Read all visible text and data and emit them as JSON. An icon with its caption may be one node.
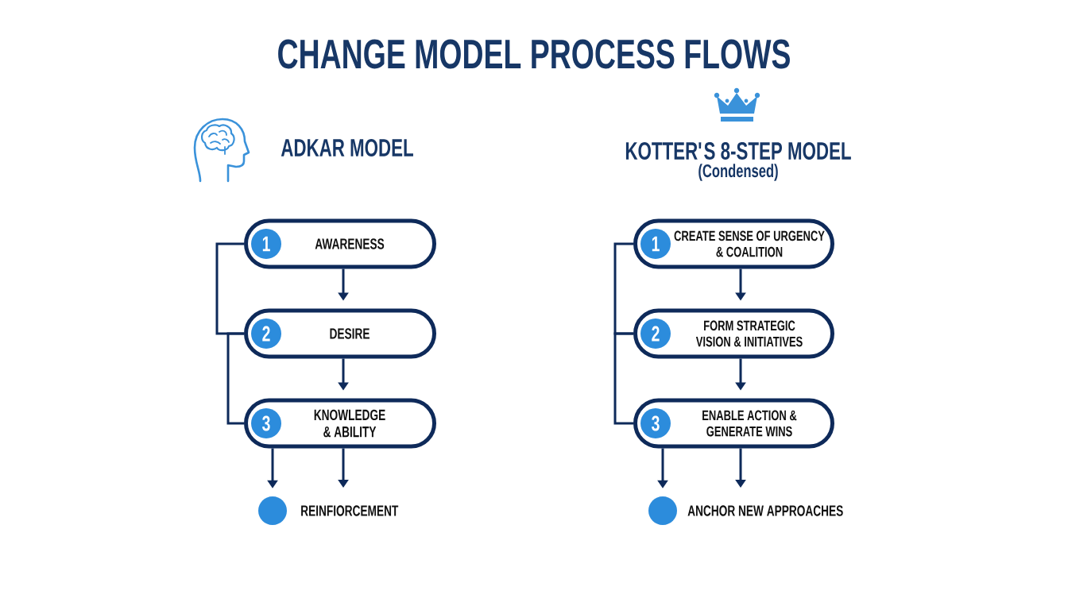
{
  "diagram": {
    "title": "CHANGE MODEL PROCESS FLOWS",
    "nodes": [
      {
        "text": [
          "AWARENESS"
        ]
      },
      {
        "text": [
          "1"
        ],
        "in": 0
      },
      {
        "text": [
          "DESIRE"
        ]
      },
      {
        "text": [
          "2"
        ],
        "in": 2
      },
      {
        "text": [
          "KNOWLEDGE & ABILITY"
        ]
      },
      {
        "text": [
          "3"
        ],
        "in": 4
      },
      {
        "text": [],
        "shape": "circle"
      },
      {
        "text": [
          "REINFIORCEMENT"
        ]
      },
      {
        "text": [
          "CREATE SENSE OF URGENCY & COALITION"
        ]
      },
      {
        "text": [
          "1"
        ],
        "in": 8
      },
      {
        "text": [
          "FORM STRATEGIC VISION & INITIATIVES"
        ]
      },
      {
        "text": [
          "2"
        ],
        "in": 10
      },
      {
        "text": [
          "ENABLE ACTION & GENERATE WINS"
        ]
      },
      {
        "text": [
          "3"
        ],
        "in": 12
      },
      {
        "text": [],
        "shape": "circle"
      },
      {
        "text": [
          "ANCHOR NEW APPROACHES"
        ]
      }
    ],
    "edges": [
      {
        "from": 0,
        "to": 2,
        "arrow": "to"
      },
      {
        "from": 2,
        "to": 4,
        "arrow": "to"
      },
      {
        "from": 4,
        "to": 6,
        "arrow": "to"
      },
      {
        "from": 4,
        "to": 7,
        "arrow": "to"
      },
      {
        "from": 0,
        "to": 2,
        "arrow": "none"
      },
      {
        "from": 2,
        "to": 4,
        "arrow": "none"
      },
      {
        "from": 8,
        "to": 10,
        "arrow": "to"
      },
      {
        "from": 10,
        "to": 12,
        "arrow": "to"
      },
      {
        "from": 12,
        "to": 14,
        "arrow": "to"
      },
      {
        "from": 12,
        "to": 15,
        "arrow": "to"
      },
      {
        "from": 8,
        "to": 10,
        "arrow": "none"
      },
      {
        "from": 10,
        "to": 12,
        "arrow": "none"
      }
    ],
    "labels": [
      "ADKAR MODEL",
      "KOTTER'S 8-STEP MODEL",
      "(Condensed)"
    ]
  }
}
